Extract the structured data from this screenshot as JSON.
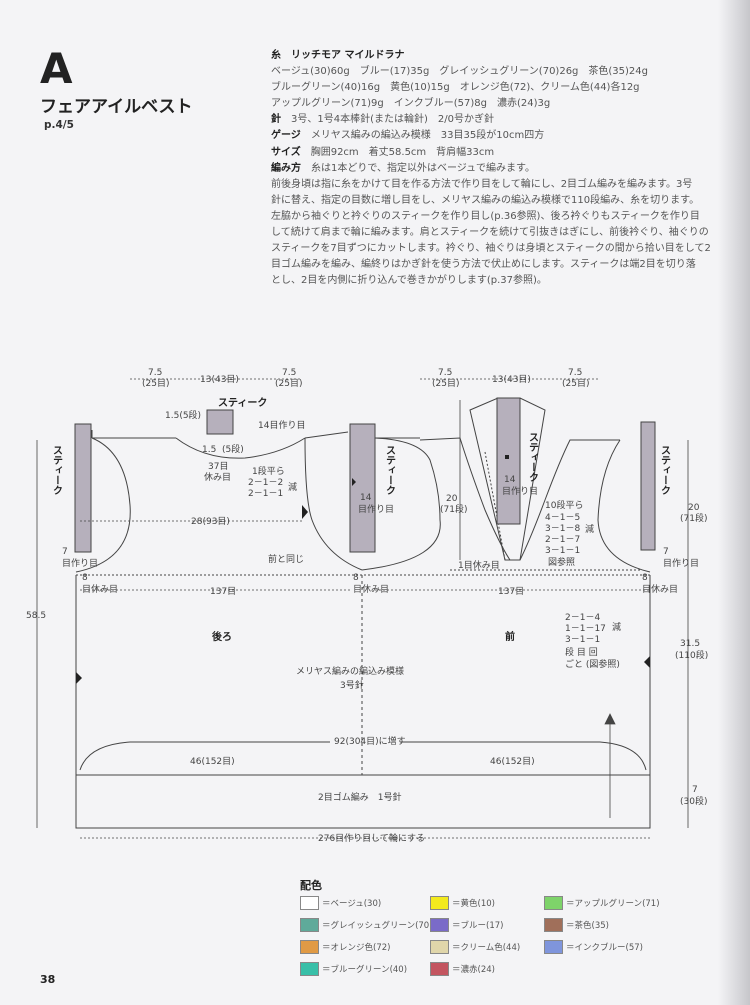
{
  "header": {
    "letter": "A",
    "title": "フェアアイルベスト",
    "pageref": "p.4/5"
  },
  "spec": {
    "yarn_label": "糸",
    "yarn_name": "リッチモア マイルドラナ",
    "yarn_lines": [
      "ベージュ(30)60g　ブルー(17)35g　グレイッシュグリーン(70)26g　茶色(35)24g",
      "ブルーグリーン(40)16g　黄色(10)15g　オレンジ色(72)、クリーム色(44)各12g",
      "アップルグリーン(71)9g　インクブルー(57)8g　濃赤(24)3g"
    ],
    "needle_label": "針",
    "needle_text": "3号、1号4本棒針(または輪針)　2/0号かぎ針",
    "gauge_label": "ゲージ",
    "gauge_text": "メリヤス編みの編込み模様　33目35段が10cm四方",
    "size_label": "サイズ",
    "size_text": "胸囲92cm　着丈58.5cm　背肩幅33cm",
    "method_label": "編み方",
    "method_first": "糸は1本どりで、指定以外はベージュで編みます。",
    "method_lines": [
      "前後身頃は指に糸をかけて目を作る方法で作り目をして輪にし、2目ゴム編みを編みます。3号",
      "針に替え、指定の目数に増し目をし、メリヤス編みの編込み模様で110段編み、糸を切ります。",
      "左脇から袖ぐりと衿ぐりのスティークを作り目し(p.36参照)、後ろ衿ぐりもスティークを作り目",
      "して続けて肩まで輪に編みます。肩とスティークを続けて引抜きはぎにし、前後衿ぐり、袖ぐりの",
      "スティークを7目ずつにカットします。衿ぐり、袖ぐりは身頃とスティークの間から拾い目をして2",
      "目ゴム編みを編み、編終りはかぎ針を使う方法で伏止めにします。スティークは端2目を切り落",
      "とし、2目を内側に折り込んで巻きかがりします(p.37参照)。"
    ]
  },
  "diagram": {
    "steek": "スティーク",
    "back_label": "後ろ",
    "front_label": "前",
    "pattern_label": "メリヤス編みの編込み模様",
    "pattern_needle": "3号針",
    "rib_label": "2目ゴム編み　1号針",
    "increase": "92(304目)に増す",
    "cast_on": "276目作り目して輪にする",
    "half_left": "46(152目)",
    "half_right": "46(152目)",
    "st137_l": "137目",
    "st137_r": "137目",
    "back_width": "28(93目)",
    "same_as_front": "前と同じ",
    "shoulder_l_a": "7.5",
    "shoulder_l_a_st": "(25目)",
    "neck_l": "13(43目)",
    "shoulder_l_b": "7.5",
    "shoulder_l_b_st": "(25目)",
    "shoulder_r_a": "7.5",
    "shoulder_r_a_st": "(25目)",
    "neck_r": "13(43目)",
    "shoulder_r_b": "7.5",
    "shoulder_r_b_st": "(25目)",
    "neck_15a": "1.5(5段)",
    "neck_15b": "1.5",
    "neck_15b_st": "(5段)",
    "neck_cast14": "14目作り目",
    "neck_hold37": "37目",
    "neck_hold37b": "休み目",
    "dec_back_1": "1段平ら",
    "dec_back_2": "2－1－2",
    "dec_back_3": "2－1－1",
    "dec_back_lbl": "減",
    "st7_cast": "7",
    "st7_cast2": "目作り目",
    "st8_hold": "8",
    "st8_hold2": "目休み目",
    "st14_cast": "14",
    "st14_cast2": "目作り目",
    "dim20_l": "20",
    "dim20_l_st": "(71段)",
    "dim20_r": "20",
    "dim20_r_st": "(71段)",
    "dec_f_1": "10段平ら",
    "dec_f_2": "4－1－5",
    "dec_f_3": "3－1－8",
    "dec_f_4": "2－1－7",
    "dec_f_5": "3－1－1",
    "dec_f_lbl": "減",
    "dec_f_ref": "図参照",
    "hold_1": "1目休み目",
    "dec_s_1": "2－1－4",
    "dec_s_2": "1－1－17",
    "dec_s_3": "3－1－1",
    "dec_s_lbl": "減",
    "dec_s_4": "段 目 回",
    "dec_s_5": "ごと (図参照)",
    "h585": "58.5",
    "h315": "31.5",
    "h315_st": "(110段)",
    "h7": "7",
    "h7_st": "(30段)"
  },
  "legend": {
    "title": "配色",
    "items": [
      {
        "label": "＝ベージュ(30)",
        "color": "#ffffff"
      },
      {
        "label": "＝黄色(10)",
        "color": "#f3ea1e"
      },
      {
        "label": "＝アップルグリーン(71)",
        "color": "#7ed36a"
      },
      {
        "label": "＝グレイッシュグリーン(70)",
        "color": "#5faa9a"
      },
      {
        "label": "＝ブルー(17)",
        "color": "#7a6bc8"
      },
      {
        "label": "＝茶色(35)",
        "color": "#a06f5a"
      },
      {
        "label": "＝オレンジ色(72)",
        "color": "#e09a45"
      },
      {
        "label": "＝クリーム色(44)",
        "color": "#e0d6aa"
      },
      {
        "label": "＝インクブルー(57)",
        "color": "#7f95dc"
      },
      {
        "label": "＝ブルーグリーン(40)",
        "color": "#38bfa8"
      },
      {
        "label": "＝濃赤(24)",
        "color": "#c35560"
      }
    ]
  },
  "page_number": "38"
}
